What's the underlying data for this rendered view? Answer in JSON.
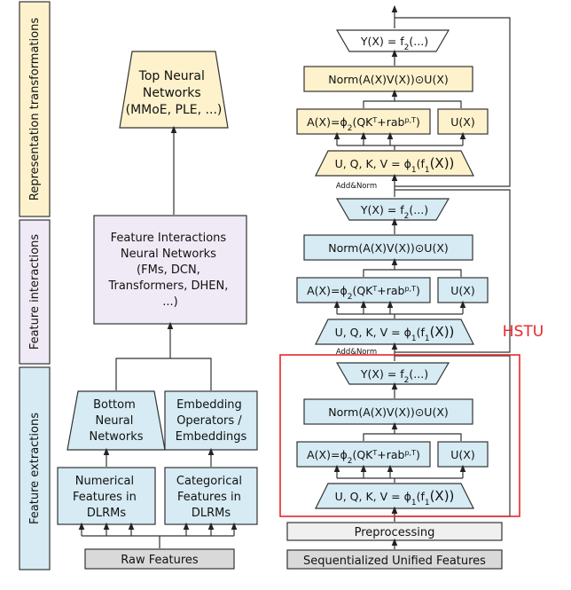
{
  "colors": {
    "yellow": "#fdf2cc",
    "blue": "#d6ebf3",
    "lavender": "#efeaf5",
    "gray": "#d9d9d9",
    "highlight": "#e8262a"
  },
  "side_labels": {
    "representation": "Representation transformations",
    "interactions": "Feature interactions",
    "extractions": "Feature extractions"
  },
  "dlrm": {
    "top": [
      "Top Neural",
      "Networks",
      "(MMoE, PLE, ...)"
    ],
    "interactions": [
      "Feature Interactions",
      "Neural Networks",
      "(FMs, DCN,",
      "Transformers, DHEN,",
      "...)"
    ],
    "bottom_nn": [
      "Bottom",
      "Neural",
      "Networks"
    ],
    "embedding": [
      "Embedding",
      "Operators /",
      "Embeddings"
    ],
    "numerical": [
      "Numerical",
      "Features in",
      "DLRMs"
    ],
    "categorical": [
      "Categorical",
      "Features in",
      "DLRMs"
    ],
    "raw": "Raw Features"
  },
  "hstu": {
    "label": "HSTU",
    "y_pre": "Y(X) = f",
    "y_sub": "2",
    "y_post": "(...)",
    "norm_pre": "Norm(A(X)V(X))",
    "norm_op": "⊙",
    "norm_post": "U(X)",
    "a_pre": "A(X)=ϕ",
    "a_sub": "2",
    "a_mid": "(QK",
    "a_sup1": "T",
    "a_mid2": "+rab",
    "a_sup2": "p,T",
    "a_post": ")",
    "u": "U(X)",
    "qkv_pre": "U, Q, K, V = ϕ",
    "qkv_sub1": "1",
    "qkv_mid": "(f",
    "qkv_sub2": "1",
    "qkv_post": "(X))",
    "add_norm": "Add&Norm",
    "preprocessing": "Preprocessing",
    "sequential": "Sequentialized Unified Features"
  }
}
